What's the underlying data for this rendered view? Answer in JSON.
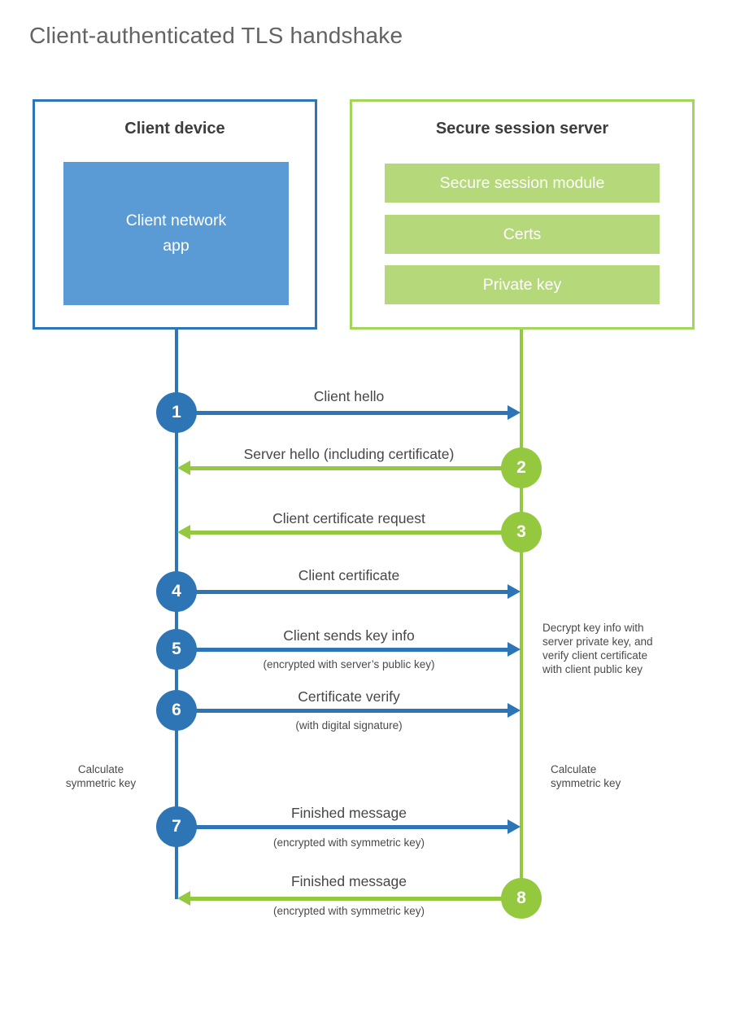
{
  "title": "Client-authenticated TLS handshake",
  "colors": {
    "blue": "#2e75b6",
    "blue-fill": "#5b9bd5",
    "green": "#93c83f",
    "green-border": "#a3d45c",
    "green-fill": "#b5d97a"
  },
  "client_box": {
    "title": "Client device",
    "app_label": "Client network\napp"
  },
  "server_box": {
    "title": "Secure session server",
    "modules": [
      "Secure session module",
      "Certs",
      "Private key"
    ]
  },
  "steps": [
    {
      "num": "1",
      "label": "Client hello",
      "sub": ""
    },
    {
      "num": "2",
      "label": "Server hello (including certificate)",
      "sub": ""
    },
    {
      "num": "3",
      "label": "Client certificate request",
      "sub": ""
    },
    {
      "num": "4",
      "label": "Client certificate",
      "sub": ""
    },
    {
      "num": "5",
      "label": "Client sends key info",
      "sub": "(encrypted with server’s public key)"
    },
    {
      "num": "6",
      "label": "Certificate verify",
      "sub": "(with digital signature)"
    },
    {
      "num": "7",
      "label": "Finished message",
      "sub": "(encrypted with symmetric key)"
    },
    {
      "num": "8",
      "label": "Finished message",
      "sub": "(encrypted with symmetric key)"
    }
  ],
  "notes": {
    "decrypt": "Decrypt key info with\nserver private key, and\nverify client certificate\nwith client public key",
    "calc_left": "Calculate\nsymmetric key",
    "calc_right": "Calculate\nsymmetric key"
  }
}
